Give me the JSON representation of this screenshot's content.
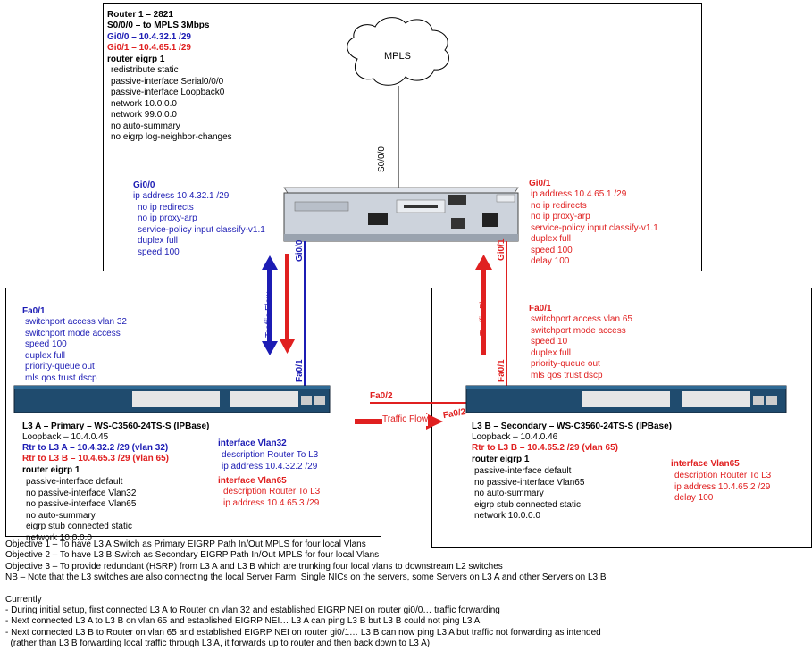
{
  "router": {
    "title": "Router 1 – 2821",
    "serial": "S0/0/0 – to MPLS 3Mbps",
    "gi00_addr": "Gi0/0 – 10.4.32.1  /29",
    "gi01_addr": "Gi0/1 – 10.4.65.1  /29",
    "eigrp_header": "router eigrp 1",
    "eigrp_lines": [
      "redistribute static",
      "passive-interface Serial0/0/0",
      "passive-interface Loopback0",
      "network 10.0.0.0",
      "network 99.0.0.0",
      "no auto-summary",
      "no eigrp log-neighbor-changes"
    ],
    "gi00_header": "Gi0/0",
    "gi00_lines": [
      "ip address 10.4.32.1 /29",
      "no ip redirects",
      "no ip proxy-arp",
      "service-policy input classify-v1.1",
      "duplex full",
      "speed 100"
    ],
    "gi01_header": "Gi0/1",
    "gi01_lines": [
      "ip address 10.4.65.1 /29",
      "no ip redirects",
      "no ip proxy-arp",
      "service-policy input classify-v1.1",
      "duplex full",
      "speed 100",
      "delay 100"
    ]
  },
  "cloud_label": "MPLS",
  "link_labels": {
    "s000": "S0/0/0",
    "gi00": "Gi0/0",
    "gi01": "Gi0/1",
    "fa01_left": "Fa0/1",
    "fa01_right": "Fa0/1",
    "fa02_left": "Fa0/2",
    "fa02_right": "Fa0/2"
  },
  "traffic_flow": "Traffic Flow",
  "l3a": {
    "fa01_header": "Fa0/1",
    "fa01_lines": [
      "switchport access vlan 32",
      "switchport mode access",
      "speed 100",
      "duplex full",
      "priority-queue out",
      "mls qos trust dscp"
    ],
    "title": "L3 A – Primary – WS-C3560-24TS-S (IPBase)",
    "loopback": "Loopback – 10.4.0.45",
    "rtr_line": "Rtr to L3 A – 10.4.32.2  /29  (vlan 32)",
    "l3b_line": "Rtr to L3 B – 10.4.65.3  /29  (vlan 65)",
    "eigrp_header": "router eigrp 1",
    "eigrp_lines": [
      "passive-interface default",
      "no passive-interface Vlan32",
      "no passive-interface Vlan65",
      "no auto-summary",
      "eigrp stub connected static",
      "network 10.0.0.0"
    ],
    "vlan32_header": "interface Vlan32",
    "vlan32_lines": [
      "description Router To L3",
      "ip address 10.4.32.2 /29"
    ],
    "vlan65_header": "interface Vlan65",
    "vlan65_lines": [
      "description Router To L3",
      "ip address 10.4.65.3 /29"
    ]
  },
  "l3b": {
    "fa01_header": "Fa0/1",
    "fa01_lines": [
      "switchport access vlan 65",
      "switchport mode access",
      "speed 10",
      "duplex full",
      "priority-queue out",
      "mls qos trust dscp"
    ],
    "title": "L3 B – Secondary – WS-C3560-24TS-S (IPBase)",
    "loopback": "Loopback – 10.4.0.46",
    "rtr_line": "Rtr to L3 B – 10.4.65.2  /29  (vlan 65)",
    "eigrp_header": "router eigrp 1",
    "eigrp_lines": [
      "passive-interface default",
      "no passive-interface Vlan65",
      "no auto-summary",
      "eigrp stub connected static",
      "network 10.0.0.0"
    ],
    "vlan65_header": "interface Vlan65",
    "vlan65_lines": [
      "description Router To L3",
      "ip address 10.4.65.2 /29",
      "delay 100"
    ]
  },
  "objectives": [
    "Objective 1 – To have L3 A Switch as Primary EIGRP Path In/Out MPLS for four local Vlans",
    "Objective 2 – To have L3 B Switch as Secondary EIGRP Path In/Out MPLS for four local Vlans",
    "Objective 3 – To provide redundant (HSRP) from L3 A and L3 B which are trunking four local vlans to downstream L2 switches",
    "NB – Note that the L3 switches are also connecting the local Server Farm. Single NICs on the servers, some Servers on L3 A and other Servers on L3 B"
  ],
  "currently_header": "Currently",
  "currently_lines": [
    "- During initial setup, first connected L3 A to Router on vlan 32 and established EIGRP NEI on router gi0/0… traffic forwarding",
    "- Next connected L3 A to L3 B on vlan 65 and established EIGRP NEI… L3 A can ping L3 B but L3 B could not ping L3 A",
    "- Next connected L3 B to Router on vlan 65 and established EIGRP NEI on router gi0/1… L3 B can now ping L3 A but traffic not forwarding as intended",
    "  (rather than L3 B forwarding local traffic through L3 A, it forwards up to router and then back down to L3 A)"
  ],
  "colors": {
    "blue": "#1c1cb4",
    "red": "#e02020"
  }
}
